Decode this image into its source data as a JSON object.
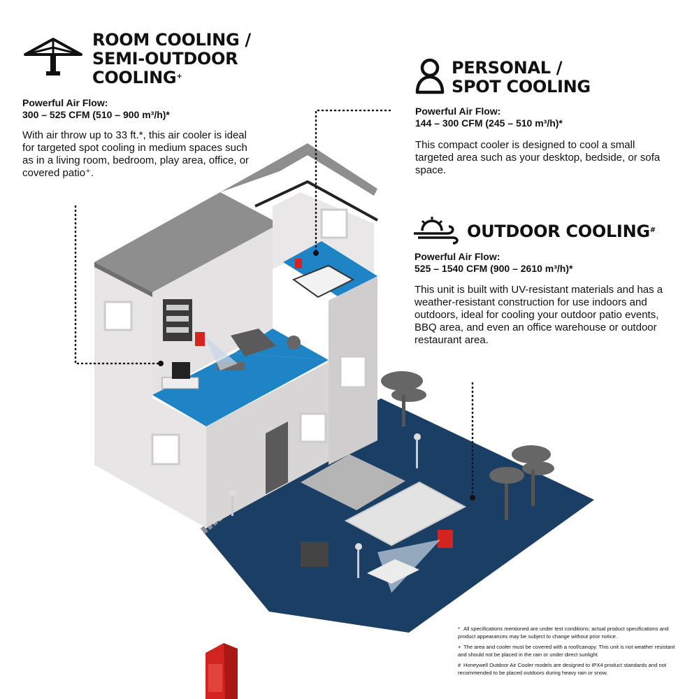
{
  "sections": {
    "room": {
      "title_lines": [
        "ROOM COOLING /",
        "SEMI-OUTDOOR",
        "COOLING"
      ],
      "title_mark": "+",
      "flow_label": "Powerful Air Flow:",
      "flow_value": "300 – 525 CFM (510 – 900 m³/h)*",
      "description": "With air throw up to 33 ft.*, this air cooler is ideal for  targeted spot cooling in medium spaces such as in a living room, bedroom, play area, office, or covered patio⁺.",
      "icon": "umbrella-icon"
    },
    "personal": {
      "title_lines": [
        "PERSONAL /",
        "SPOT COOLING"
      ],
      "flow_label": "Powerful Air Flow:",
      "flow_value": "144 – 300 CFM (245 – 510 m³/h)*",
      "description": "This compact cooler is designed to cool a small targeted area such as your desktop, bedside, or sofa space.",
      "icon": "person-icon"
    },
    "outdoor": {
      "title": "OUTDOOR COOLING",
      "title_mark": "#",
      "flow_label": "Powerful Air Flow:",
      "flow_value": "525 – 1540 CFM (900 – 2610 m³/h)*",
      "description": "This unit is built with UV-resistant materials and has a weather-resistant construction for use indoors and outdoors, ideal for cooling your outdoor patio events, BBQ area, and even an office warehouse  or outdoor restaurant area.",
      "icon": "sun-wind-icon"
    }
  },
  "footnotes": [
    {
      "mark": "*",
      "text": "All specifications mentioned are under test conditions; actual product specifications and product appearances may be subject to change without prior notice."
    },
    {
      "mark": "+",
      "text": "The area and cooler must be covered with a roof/canopy. This unit is not weather resistant and should not be placed in the rain or under direct sunlight."
    },
    {
      "mark": "#",
      "text": "Honeywell Outdoor Air Cooler models are designed to IPX4 product standards and not recommended to be placed outdoors during heavy rain or snow."
    }
  ],
  "colors": {
    "floor_blue": "#1f84c6",
    "yard_navy": "#1b3f64",
    "wall_light": "#ebe9ea",
    "wall_shade": "#d4d2d3",
    "roof_gray": "#8e8e8e",
    "cooler_red": "#d42420",
    "text": "#111111"
  }
}
